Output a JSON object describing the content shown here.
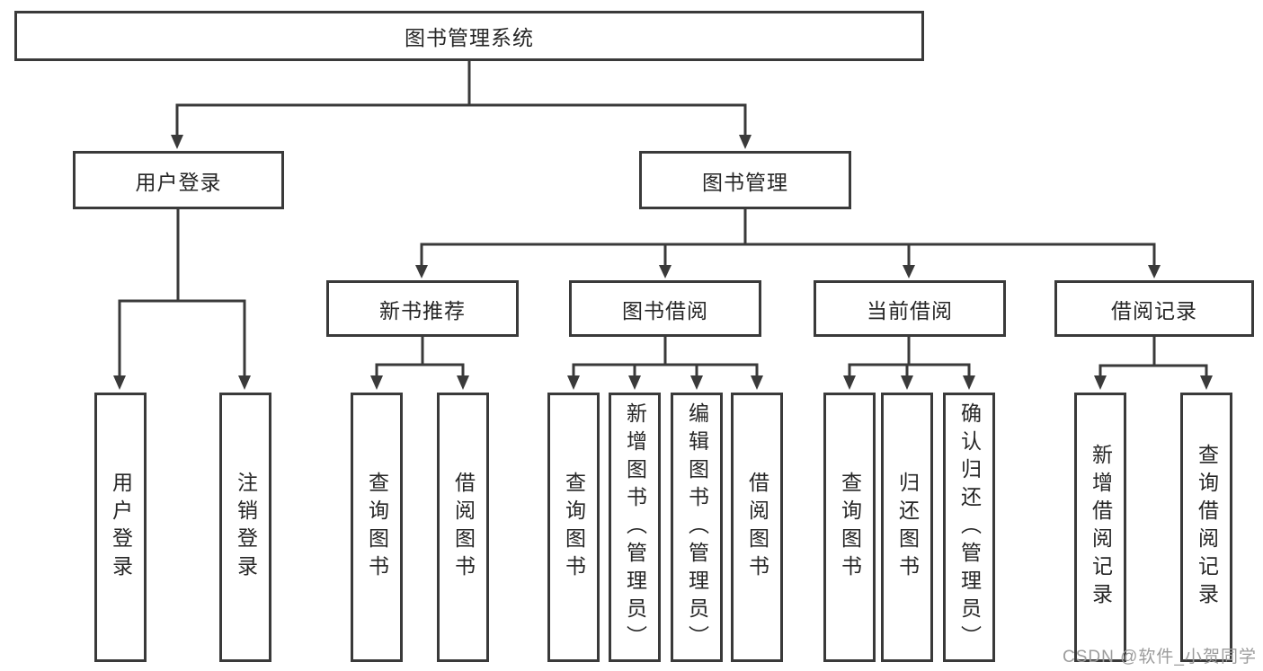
{
  "colors": {
    "line": "#3a3a3a",
    "text": "#262626",
    "background": "#ffffff",
    "watermark": "#9c9c9c"
  },
  "watermark": "CSDN @软件_小贺同学",
  "tree": {
    "root": {
      "label": "图书管理系统"
    },
    "level2": [
      {
        "label": "用户登录"
      },
      {
        "label": "图书管理"
      }
    ],
    "level3": [
      {
        "label": "新书推荐"
      },
      {
        "label": "图书借阅"
      },
      {
        "label": "当前借阅"
      },
      {
        "label": "借阅记录"
      }
    ],
    "leaves": {
      "user_login": [
        "用户登录",
        "注销登录"
      ],
      "new_book_recommend": [
        "查询图书",
        "借阅图书"
      ],
      "book_borrow": [
        "查询图书",
        "新增图书（管理员）",
        "编辑图书（管理员）",
        "借阅图书"
      ],
      "current_borrow": [
        "查询图书",
        "归还图书",
        "确认归还（管理员）"
      ],
      "borrow_records": [
        "新增借阅记录",
        "查询借阅记录"
      ]
    }
  }
}
